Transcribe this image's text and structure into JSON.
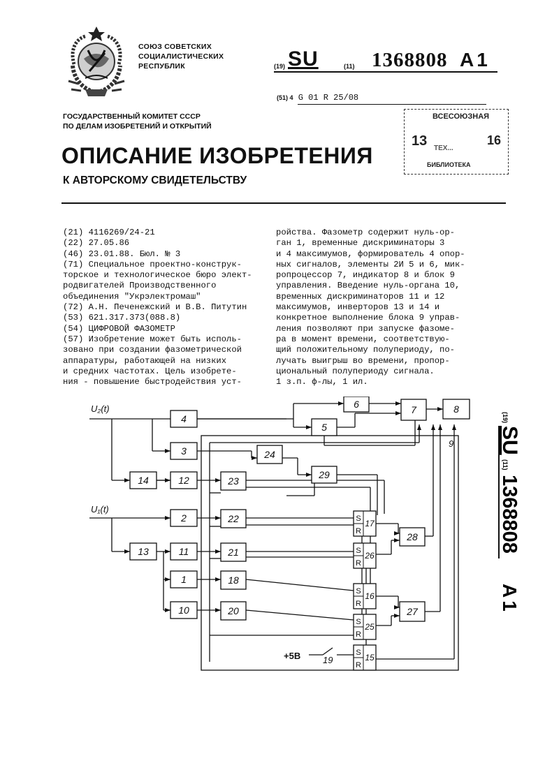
{
  "header": {
    "country_lines": [
      "СОЮЗ СОВЕТСКИХ",
      "СОЦИАЛИСТИЧЕСКИХ",
      "РЕСПУБЛИК"
    ],
    "committee_lines": [
      "ГОСУДАРСТВЕННЫЙ КОМИТЕТ СССР",
      "ПО ДЕЛАМ ИЗОБРЕТЕНИЙ И ОТКРЫТИЙ"
    ],
    "code19": "(19)",
    "su": "SU",
    "code11": "(11)",
    "patent_number": "1368808",
    "kind": "A1",
    "code51": "(51) 4",
    "ipc": "G 01 R 25/08",
    "stamp_line1": "ВСЕСОЮЗНАЯ",
    "stamp_line2": "13",
    "stamp_line3": "ТЕХ...",
    "stamp_line4": "БИБЛИОТЕКА",
    "stamp_right": "16"
  },
  "title": "ОПИСАНИЕ ИЗОБРЕТЕНИЯ",
  "subtitle": "К АВТОРСКОМУ СВИДЕТЕЛЬСТВУ",
  "biblio_lines": [
    "(21) 4116269/24-21",
    "(22) 27.05.86",
    "(46) 23.01.88. Бюл. № 3",
    "(71) Специальное проектно-конструк-",
    "торское и технологическое бюро элект-",
    "родвигателей Производственного",
    "объединения \"Укрэлектромаш\"",
    "(72) А.Н. Печенежский и В.В. Питутин",
    "(53) 621.317.373(088.8)",
    "(54) ЦИФРОВОЙ ФАЗОМЕТР",
    "(57) Изобретение может быть исполь-",
    "зовано при создании фазометрической",
    "аппаратуры, работающей на низких",
    "и средних частотах.  Цель изобрете-",
    "ния - повышение быстродействия уст-"
  ],
  "abstract_lines": [
    "ройства. Фазометр содержит нуль-ор-",
    "ган 1, временные дискриминаторы 3",
    "и 4 максимумов, формирователь 4 опор-",
    "ных сигналов, элементы 2И 5 и 6, мик-",
    "ропроцессор 7, индикатор 8 и блок 9",
    "управления. Введение нуль-органа 10,",
    "временных дискриминаторов 11 и 12",
    "максимумов, инверторов 13 и 14 и",
    "конкретное выполнение блока 9 управ-",
    "ления позволяют при запуске фазоме-",
    "ра в момент времени, соответствую-",
    "щий положительному полупериоду, по-",
    "лучать выигрыш во времени, пропор-",
    "циональный полупериоду сигнала.",
    "1 з.п. ф-лы, 1 ил."
  ],
  "side_vertical": "(19) SU (11) 1368808 A1",
  "diagram": {
    "input_u2": "U₂(t)",
    "input_u1": "U₁(t)",
    "supply": "+5В",
    "switch_label": "19",
    "block9_label": "9",
    "blocks": {
      "b4": "4",
      "b3": "3",
      "b14": "14",
      "b12": "12",
      "b2": "2",
      "b13": "13",
      "b11": "11",
      "b1": "1",
      "b10": "10",
      "b6": "6",
      "b5": "5",
      "b7": "7",
      "b8": "8",
      "b24": "24",
      "b29": "29",
      "b23": "23",
      "b22": "22",
      "b21": "21",
      "b18": "18",
      "b20": "20",
      "b28": "28",
      "b27": "27"
    },
    "triggers": {
      "t17": "17",
      "t26": "26",
      "t16": "16",
      "t25": "25",
      "t15": "15",
      "s": "S",
      "r": "R"
    }
  }
}
